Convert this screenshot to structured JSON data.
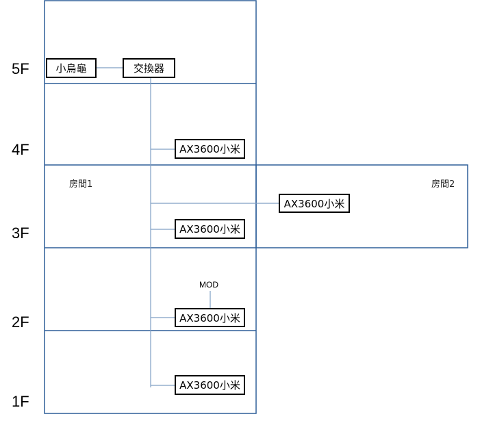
{
  "floors": [
    "5F",
    "4F",
    "3F",
    "2F",
    "1F"
  ],
  "rooms": {
    "room1": "房間1",
    "room2": "房間2"
  },
  "devices": {
    "modem_turtle": "小烏龜",
    "switch": "交換器",
    "router_4f": "AX3600小米",
    "router_3f_room2": "AX3600小米",
    "router_3f_room1": "AX3600小米",
    "router_2f": "AX3600小米",
    "router_1f": "AX3600小米"
  },
  "mod_label": "MOD",
  "colors": {
    "border": "#2e5f99",
    "connector": "#7f9fc4",
    "box_border": "#000000"
  }
}
